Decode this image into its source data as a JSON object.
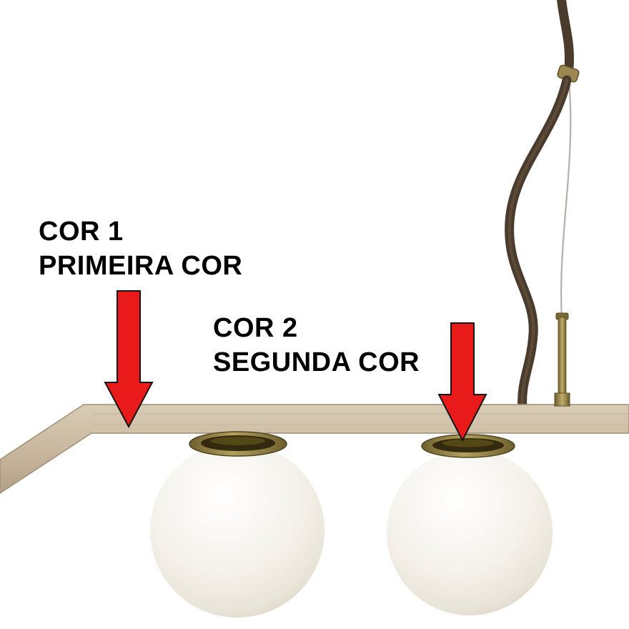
{
  "annotations": {
    "color1": {
      "line1": "COR 1",
      "line2": "PRIMEIRA COR"
    },
    "color2": {
      "line1": "COR 2",
      "line2": "SEGUNDA COR"
    }
  },
  "colors": {
    "arrow_red": "#e81a1a",
    "arrow_outline": "#141414",
    "bar_wood": "#c9b89f",
    "brass": "#8f7d3e",
    "globe_white": "#f4f1ea",
    "cord_brown": "#4a3b2d",
    "background": "#ffffff"
  }
}
